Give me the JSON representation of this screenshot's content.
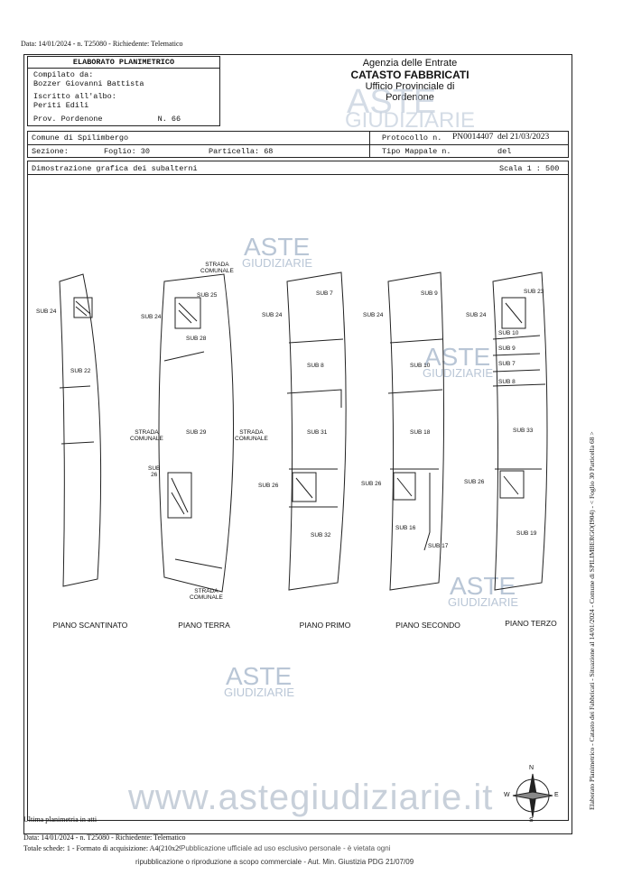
{
  "header": {
    "top_line": "Data: 14/01/2024 - n. T25080 - Richiedente: Telematico"
  },
  "form": {
    "title": "ELABORATO PLANIMETRICO",
    "compiled_by_label": "Compilato da:",
    "compiled_by": "Bozzer Giovanni Battista",
    "registered_label": "Iscritto all'albo:",
    "registered": "Periti Edili",
    "province": "Prov. Pordenone",
    "number": "N. 66"
  },
  "agency": {
    "line1": "Agenzia delle Entrate",
    "line2": "CATASTO FABBRICATI",
    "line3": "Ufficio Provinciale di",
    "line4": "Pordenone"
  },
  "info": {
    "comune": "Comune di Spilimbergo",
    "sezione": "Sezione:",
    "foglio": "Foglio: 30",
    "particella": "Particella: 68",
    "protocollo_label": "Protocollo n.",
    "protocollo": "PN0014407",
    "protocollo_date": "del 21/03/2023",
    "tipo_mappale": "Tipo Mappale n.",
    "tipo_del": "del",
    "dimostrazione": "Dimostrazione grafica dei subalterni",
    "scala": "Scala 1 : 500"
  },
  "plans": {
    "scantinato": {
      "label": "PIANO SCANTINATO",
      "sub24": "SUB 24",
      "sub22": "SUB 22"
    },
    "terra": {
      "label": "PIANO TERRA",
      "strada_top": "STRADA\nCOMUNALE",
      "sub25": "SUB 25",
      "sub24": "SUB 24",
      "sub28": "SUB 28",
      "sub29": "SUB 29",
      "sub26": "SUB\n26",
      "strada_left": "STRADA\nCOMUNALE",
      "strada_bottom": "STRADA\nCOMUNALE"
    },
    "primo": {
      "label": "PIANO PRIMO",
      "strada_left": "STRADA\nCOMUNALE",
      "sub7": "SUB 7",
      "sub24": "SUB 24",
      "sub8": "SUB 8",
      "sub31": "SUB 31",
      "sub26": "SUB 26",
      "sub32": "SUB 32"
    },
    "secondo": {
      "label": "PIANO SECONDO",
      "sub9": "SUB 9",
      "sub24": "SUB 24",
      "sub10": "SUB 10",
      "sub18": "SUB 18",
      "sub26": "SUB 26",
      "sub16": "SUB 16",
      "sub17": "SUB 17"
    },
    "terzo": {
      "label": "PIANO TERZO",
      "sub23": "SUB 23",
      "sub24": "SUB 24",
      "sub10": "SUB 10",
      "sub9": "SUB 9",
      "sub7": "SUB 7",
      "sub8": "SUB 8",
      "sub33": "SUB 33",
      "sub26": "SUB 26",
      "sub19": "SUB 19"
    }
  },
  "watermarks": {
    "aste": "ASTE",
    "giudiziarie": "GIUDIZIARIE",
    "site": "www.astegiudiziarie.it"
  },
  "compass": {
    "n": "N",
    "s": "S",
    "e": "E",
    "w": "W"
  },
  "footer": {
    "last_plan": "Ultima planimetria in atti",
    "line1": "Data: 14/01/2024 - n. T25080 - Richiedente: Telematico",
    "line2": "Totale schede: 1 - Formato di acquisizione: A4(210x297) - Formato stampa richiesto: A4(210x297)",
    "line2_overlay": "Pubblicazione ufficiale ad uso esclusivo personale - è vietata ogni",
    "line3": "ripubblicazione o riproduzione a scopo commerciale - Aut. Min. Giustizia PDG 21/07/09"
  },
  "side_note": "Elaborato Planimetrico - Catasto dei Fabbricati - Situazione al 14/01/2024 - Comune di SPILIMBERGO(I904) - < Foglio 30 Particella 68 >"
}
